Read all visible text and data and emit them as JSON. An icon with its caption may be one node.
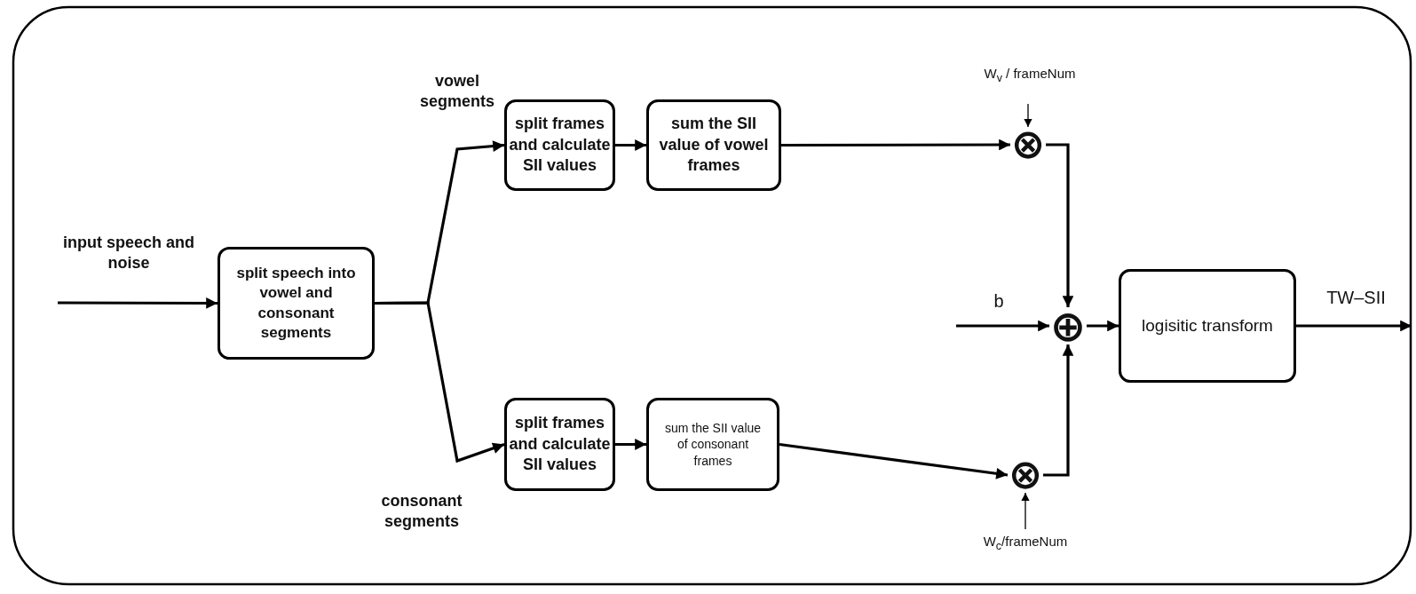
{
  "diagram": {
    "nodes": [
      {
        "text": [
          "split speech into vowel and consonant segments"
        ]
      },
      {
        "text": [
          "split frames and calculate SII values"
        ]
      },
      {
        "text": [
          "sum the SII value of vowel frames"
        ]
      },
      {
        "text": [
          "⊗"
        ]
      },
      {
        "text": [
          "split frames and calculate SII values"
        ]
      },
      {
        "text": [
          "sum the SII value of consonant frames"
        ]
      },
      {
        "text": [
          "⊗"
        ]
      },
      {
        "text": [
          "⊕"
        ]
      },
      {
        "text": [
          "logisitic transform"
        ]
      }
    ],
    "edges": [
      {
        "from": null,
        "to": 0,
        "arrow": "to",
        "label": "input speech and noise"
      },
      {
        "from": 0,
        "to": 1,
        "arrow": "to",
        "label": "vowel segments"
      },
      {
        "from": 0,
        "to": 4,
        "arrow": "to",
        "label": "consonant segments"
      },
      {
        "from": 1,
        "to": 2,
        "arrow": "to"
      },
      {
        "from": 2,
        "to": 3,
        "arrow": "to"
      },
      {
        "from": null,
        "to": 3,
        "arrow": "to",
        "label": "W$_{v}$ / frameNum"
      },
      {
        "from": 4,
        "to": 5,
        "arrow": "to"
      },
      {
        "from": 5,
        "to": 6,
        "arrow": "to"
      },
      {
        "from": null,
        "to": 6,
        "arrow": "to",
        "label": "W$_{c}$/frameNum"
      },
      {
        "from": 3,
        "to": 7,
        "arrow": "to"
      },
      {
        "from": 6,
        "to": 7,
        "arrow": "to"
      },
      {
        "from": null,
        "to": 7,
        "arrow": "to",
        "label": "b"
      },
      {
        "from": 7,
        "to": 8,
        "arrow": "to"
      },
      {
        "from": 8,
        "to": null,
        "arrow": "to",
        "label": "TW–SII"
      }
    ]
  }
}
